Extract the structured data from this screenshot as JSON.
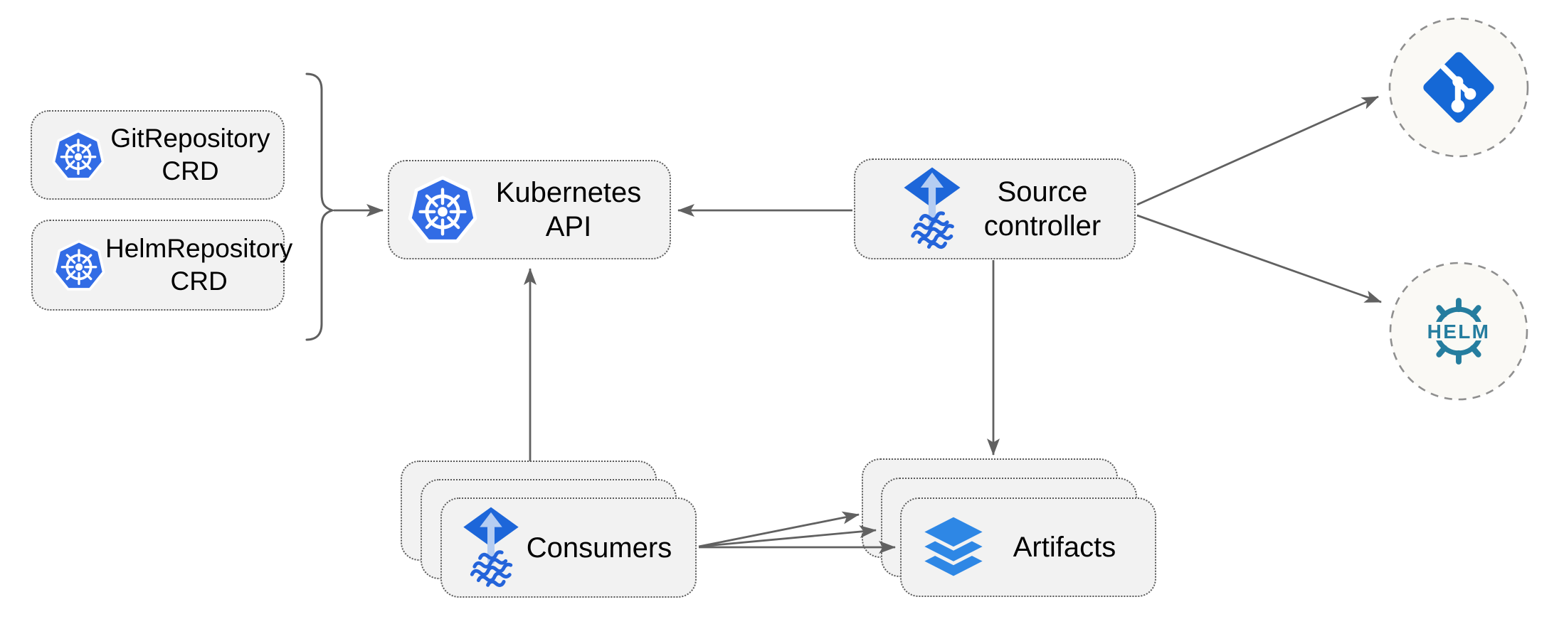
{
  "nodes": {
    "git_crd": {
      "label": "GitRepository CRD",
      "icon": "kubernetes-icon"
    },
    "helm_crd": {
      "label": "HelmRepository CRD",
      "icon": "kubernetes-icon"
    },
    "kubernetes_api": {
      "label": "Kubernetes API",
      "icon": "kubernetes-icon"
    },
    "source_controller": {
      "label": "Source controller",
      "icon": "flux-icon"
    },
    "consumers": {
      "label": "Consumers",
      "icon": "flux-icon",
      "stack_count": 3
    },
    "artifacts": {
      "label": "Artifacts",
      "icon": "layers-icon",
      "stack_count": 3
    },
    "git_remote": {
      "icon": "git-icon"
    },
    "helm_remote": {
      "icon": "helm-icon",
      "label": "HELM"
    }
  },
  "edges": [
    {
      "from": "crd-group",
      "to": "kubernetes-api"
    },
    {
      "from": "source-controller",
      "to": "kubernetes-api"
    },
    {
      "from": "source-controller",
      "to": "git-remote"
    },
    {
      "from": "source-controller",
      "to": "helm-remote"
    },
    {
      "from": "source-controller",
      "to": "artifacts"
    },
    {
      "from": "consumers",
      "to": "kubernetes-api"
    },
    {
      "from": "consumers",
      "to": "artifacts",
      "arrow_count": 3
    }
  ],
  "colors": {
    "kubernetes_blue": "#326ce5",
    "flux_blue": "#1d66d9",
    "flux_light_blue": "#b5cdf2",
    "layers_blue": "#2e87e5",
    "git_blue": "#1568d6",
    "helm_teal": "#257d9f",
    "node_fill": "#f2f2f2",
    "node_border": "#5a5a5a",
    "connector_gray": "#616161",
    "endpoint_fill": "#faf9f5",
    "endpoint_border": "#8f8f8f",
    "text": "#000000"
  }
}
